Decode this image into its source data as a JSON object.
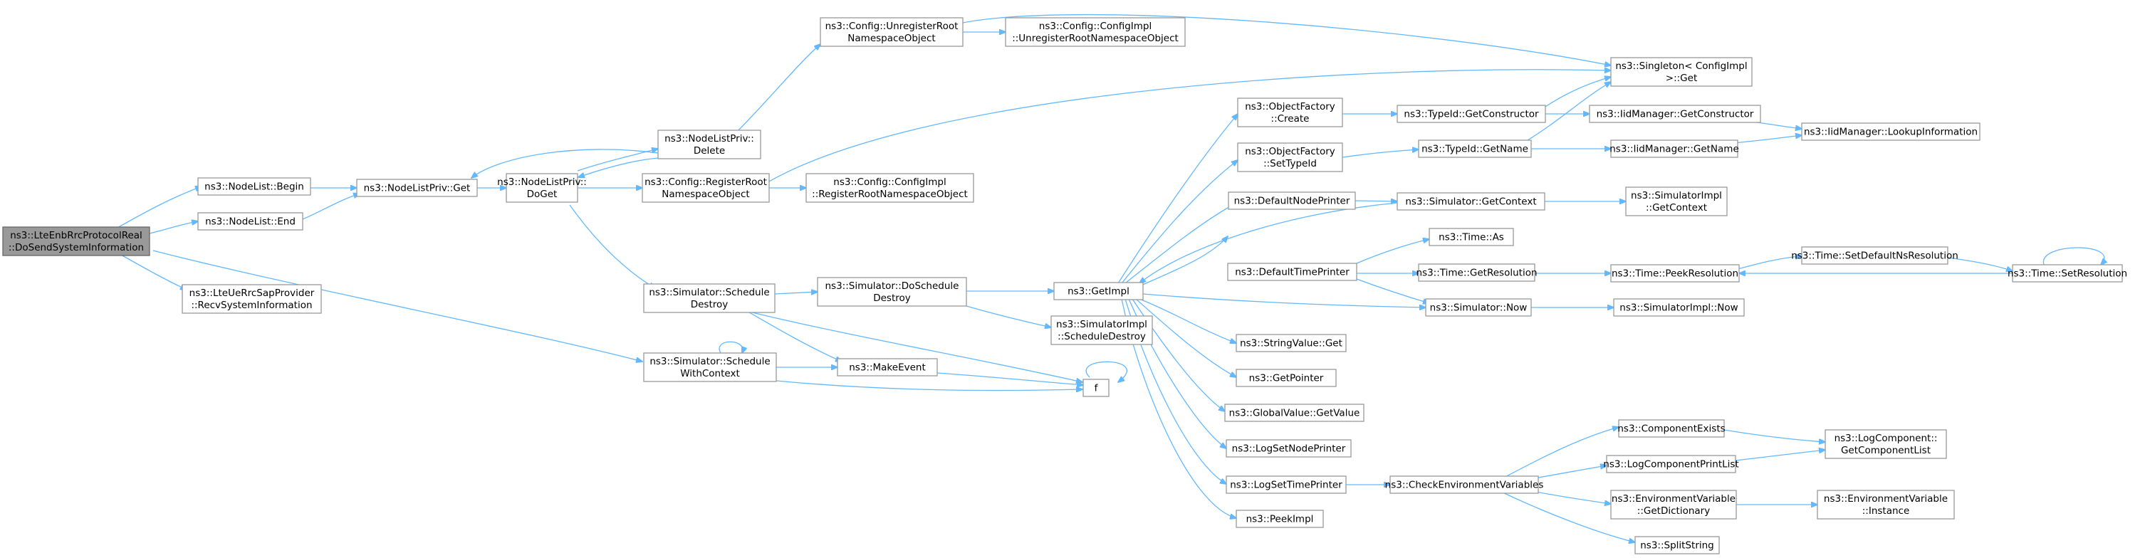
{
  "colors": {
    "edge": "#63b8ff",
    "node_border": "#999999",
    "root_fill": "#999999",
    "background": "#ffffff"
  },
  "nodes": {
    "root": [
      "ns3::LteEnbRrcProtocolReal",
      "::DoSendSystemInformation"
    ],
    "nl_begin": [
      "ns3::NodeList::Begin"
    ],
    "nl_end": [
      "ns3::NodeList::End"
    ],
    "recv_sys": [
      "ns3::LteUeRrcSapProvider",
      "::RecvSystemInformation"
    ],
    "nlp_get": [
      "ns3::NodeListPriv::Get"
    ],
    "nlp_doget": [
      "ns3::NodeListPriv::",
      "DoGet"
    ],
    "nlp_delete": [
      "ns3::NodeListPriv::",
      "Delete"
    ],
    "cfg_register": [
      "ns3::Config::RegisterRoot",
      "NamespaceObject"
    ],
    "cfg_unregister": [
      "ns3::Config::UnregisterRoot",
      "NamespaceObject"
    ],
    "cfgimpl_unregister": [
      "ns3::Config::ConfigImpl",
      "::UnregisterRootNamespaceObject"
    ],
    "cfgimpl_register": [
      "ns3::Config::ConfigImpl",
      "::RegisterRootNamespaceObject"
    ],
    "singleton_get": [
      "ns3::Singleton< ConfigImpl",
      " >::Get"
    ],
    "sim_schedule_destroy": [
      "ns3::Simulator::Schedule",
      "Destroy"
    ],
    "sim_doschedule_destroy": [
      "ns3::Simulator::DoSchedule",
      "Destroy"
    ],
    "simimpl_schedule_destroy": [
      "ns3::SimulatorImpl",
      "::ScheduleDestroy"
    ],
    "sim_schedule_ctx": [
      "ns3::Simulator::Schedule",
      "WithContext"
    ],
    "make_event": [
      "ns3::MakeEvent"
    ],
    "f": [
      "f"
    ],
    "get_impl": [
      "ns3::GetImpl"
    ],
    "of_create": [
      "ns3::ObjectFactory",
      "::Create"
    ],
    "of_settypeid": [
      "ns3::ObjectFactory",
      "::SetTypeId"
    ],
    "default_node_printer": [
      "ns3::DefaultNodePrinter"
    ],
    "default_time_printer": [
      "ns3::DefaultTimePrinter"
    ],
    "stringvalue_get": [
      "ns3::StringValue::Get"
    ],
    "get_pointer": [
      "ns3::GetPointer"
    ],
    "globalvalue_get": [
      "ns3::GlobalValue::GetValue"
    ],
    "log_set_node_printer": [
      "ns3::LogSetNodePrinter"
    ],
    "log_set_time_printer": [
      "ns3::LogSetTimePrinter"
    ],
    "peek_impl": [
      "ns3::PeekImpl"
    ],
    "typeid_getconstructor": [
      "ns3::TypeId::GetConstructor"
    ],
    "typeid_getname": [
      "ns3::TypeId::GetName"
    ],
    "iid_getconstructor": [
      "ns3::IidManager::GetConstructor"
    ],
    "iid_getname": [
      "ns3::IidManager::GetName"
    ],
    "iid_lookup": [
      "ns3::IidManager::LookupInformation"
    ],
    "sim_getcontext": [
      "ns3::Simulator::GetContext"
    ],
    "simimpl_getcontext": [
      "ns3::SimulatorImpl",
      "::GetContext"
    ],
    "time_as": [
      "ns3::Time::As"
    ],
    "time_getresolution": [
      "ns3::Time::GetResolution"
    ],
    "time_peekresolution": [
      "ns3::Time::PeekResolution"
    ],
    "time_setdefaultns": [
      "ns3::Time::SetDefaultNsResolution"
    ],
    "time_setresolution": [
      "ns3::Time::SetResolution"
    ],
    "sim_now": [
      "ns3::Simulator::Now"
    ],
    "simimpl_now": [
      "ns3::SimulatorImpl::Now"
    ],
    "check_env": [
      "ns3::CheckEnvironmentVariables"
    ],
    "component_exists": [
      "ns3::ComponentExists"
    ],
    "log_component_print_list": [
      "ns3::LogComponentPrintList"
    ],
    "env_get_dictionary": [
      "ns3::EnvironmentVariable",
      "::GetDictionary"
    ],
    "split_string": [
      "ns3::SplitString"
    ],
    "log_get_component_list": [
      "ns3::LogComponent::",
      "GetComponentList"
    ],
    "env_instance": [
      "ns3::EnvironmentVariable",
      "::Instance"
    ]
  }
}
